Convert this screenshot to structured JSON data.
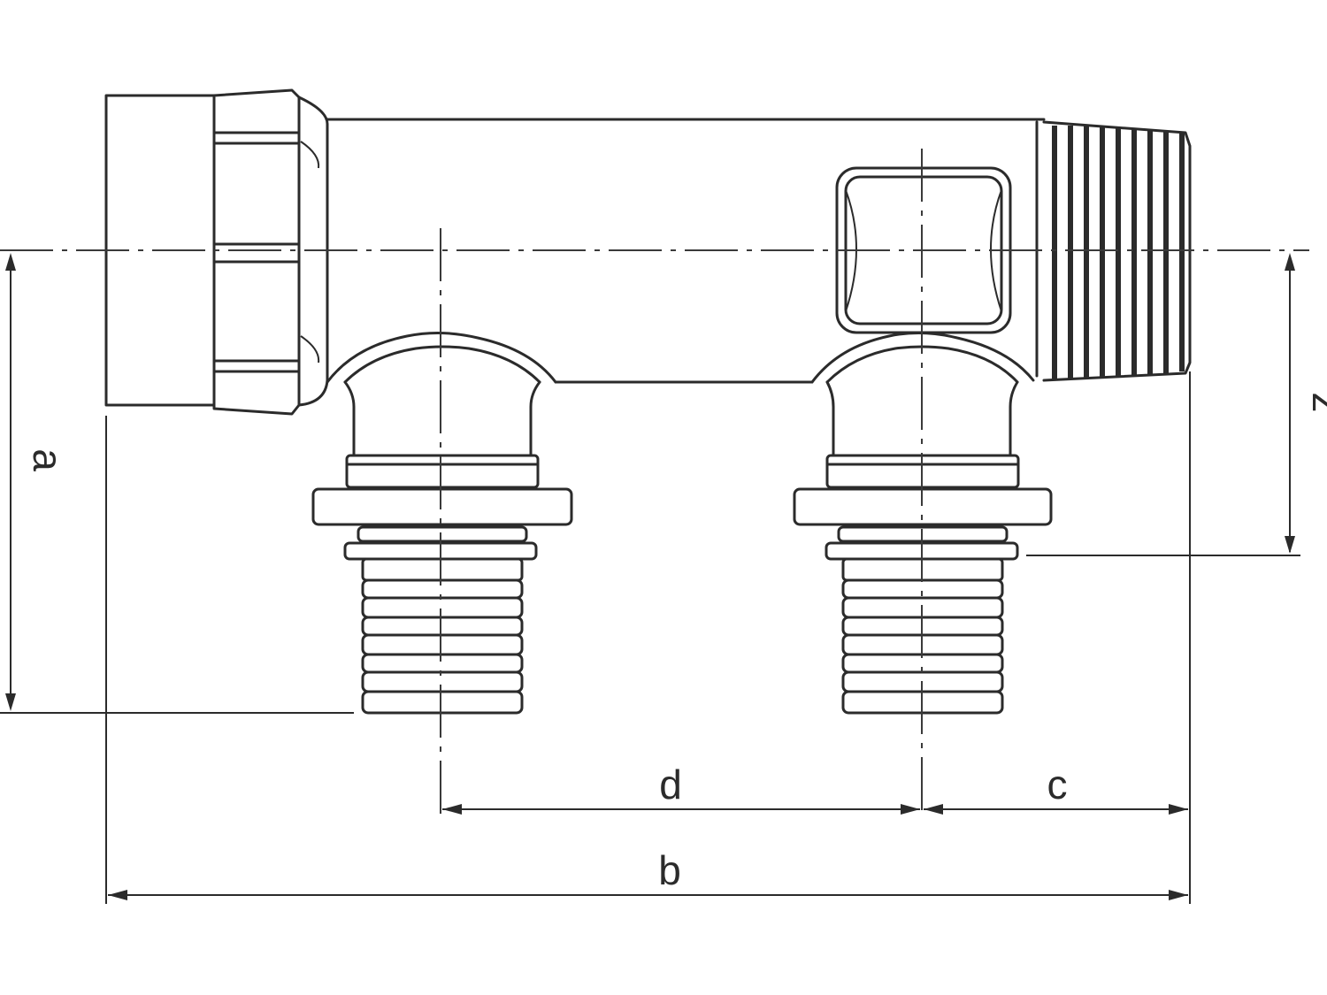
{
  "dimensions": {
    "a": "a",
    "b": "b",
    "c": "c",
    "d": "d",
    "z": "z"
  }
}
